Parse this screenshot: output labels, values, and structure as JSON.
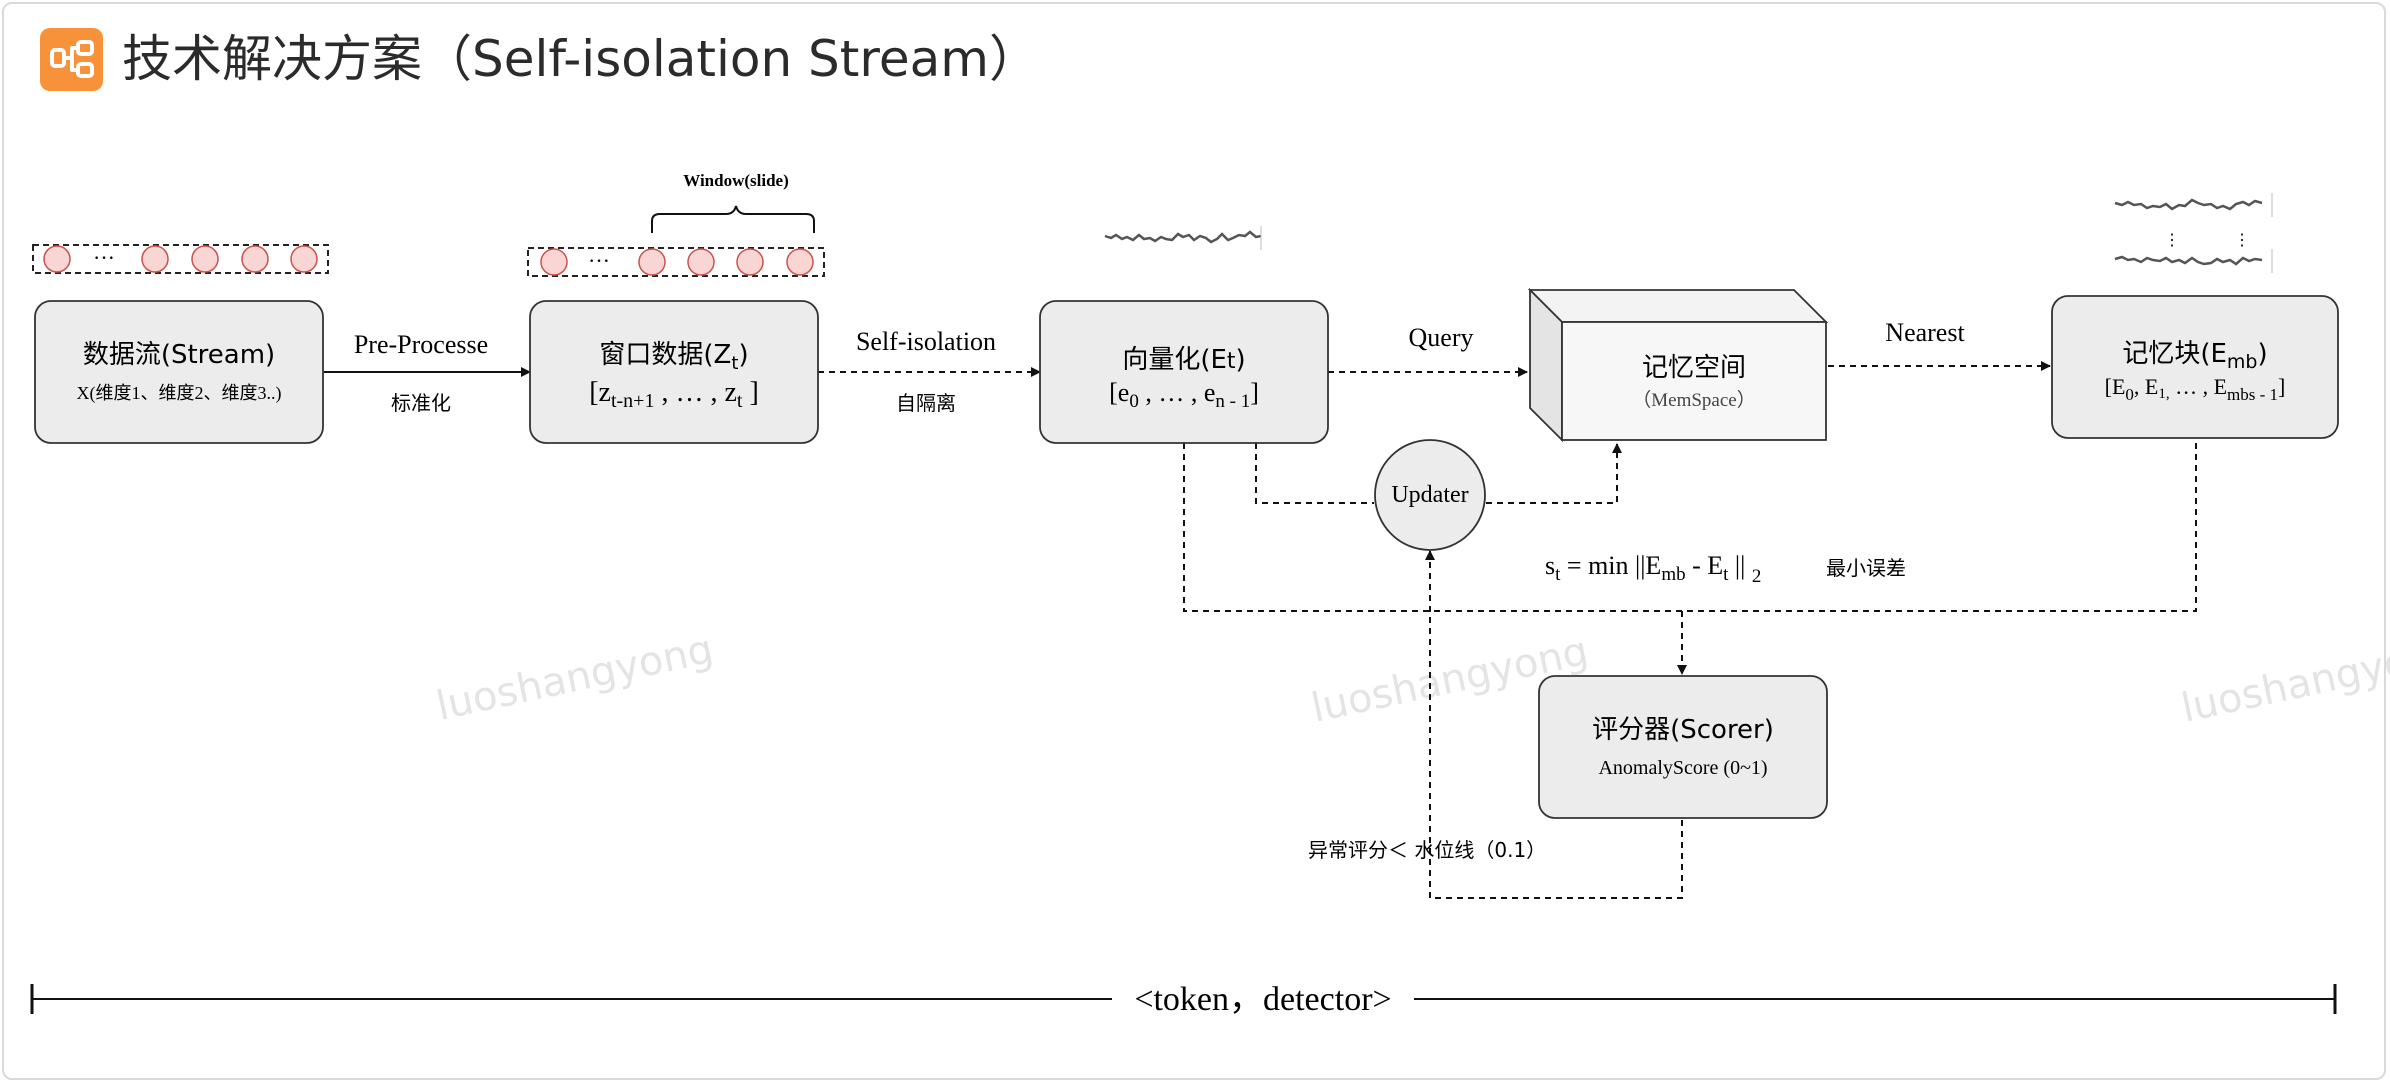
{
  "header": {
    "title": "技术解决方案（Self-isolation Stream）",
    "icon": "flow-diagram-icon",
    "accent_color": "#f7923a"
  },
  "nodes": {
    "stream": {
      "title": "数据流(Stream)",
      "subtitle": "X(维度1、维度2、维度3..)"
    },
    "window": {
      "title_main": "窗口数据(Z",
      "title_sub": "t",
      "title_end": ")",
      "formula": "[z<tspan dy=\"6\" font-size=\"21\">t-n+1</tspan><tspan dy=\"-6\"> , … , z</tspan><tspan dy=\"6\" font-size=\"21\">t</tspan><tspan dy=\"-6\"> ]</tspan>"
    },
    "vector": {
      "title": "向量化(Et)",
      "formula": "[e0 , … , en - 1]"
    },
    "memspace": {
      "title": "记忆空间",
      "subtitle": "（MemSpace）"
    },
    "memblock": {
      "title": "记忆块(Emb)",
      "formula": "[E0,  E1,  … ,  Embs - 1]"
    },
    "updater": {
      "label": "Updater"
    },
    "scorer": {
      "title": "评分器(Scorer)",
      "subtitle": "AnomalyScore (0~1)"
    }
  },
  "edges": {
    "preprocess": {
      "top": "Pre-Processe",
      "bottom": "标准化"
    },
    "selfisolation": {
      "top": "Self-isolation",
      "bottom": "自隔离"
    },
    "query": {
      "top": "Query"
    },
    "nearest": {
      "top": "Nearest"
    },
    "threshold": {
      "label": "异常评分＜ 水位线（0.1）"
    }
  },
  "annotations": {
    "window_slide": "Window(slide)",
    "ellipsis": "···",
    "vertical_ellipsis": "⋮",
    "formula_st": "st = min ||Emb - Et || 2",
    "min_error": "最小误差",
    "watermark": "luoshangyong"
  },
  "timeline": {
    "label": "<token，detector>"
  },
  "colors": {
    "node_fill": "#ececec",
    "node_stroke": "#333333",
    "token_fill": "#f9d5d3",
    "token_stroke": "#c9544f",
    "watermark": "#e6e6e6"
  }
}
